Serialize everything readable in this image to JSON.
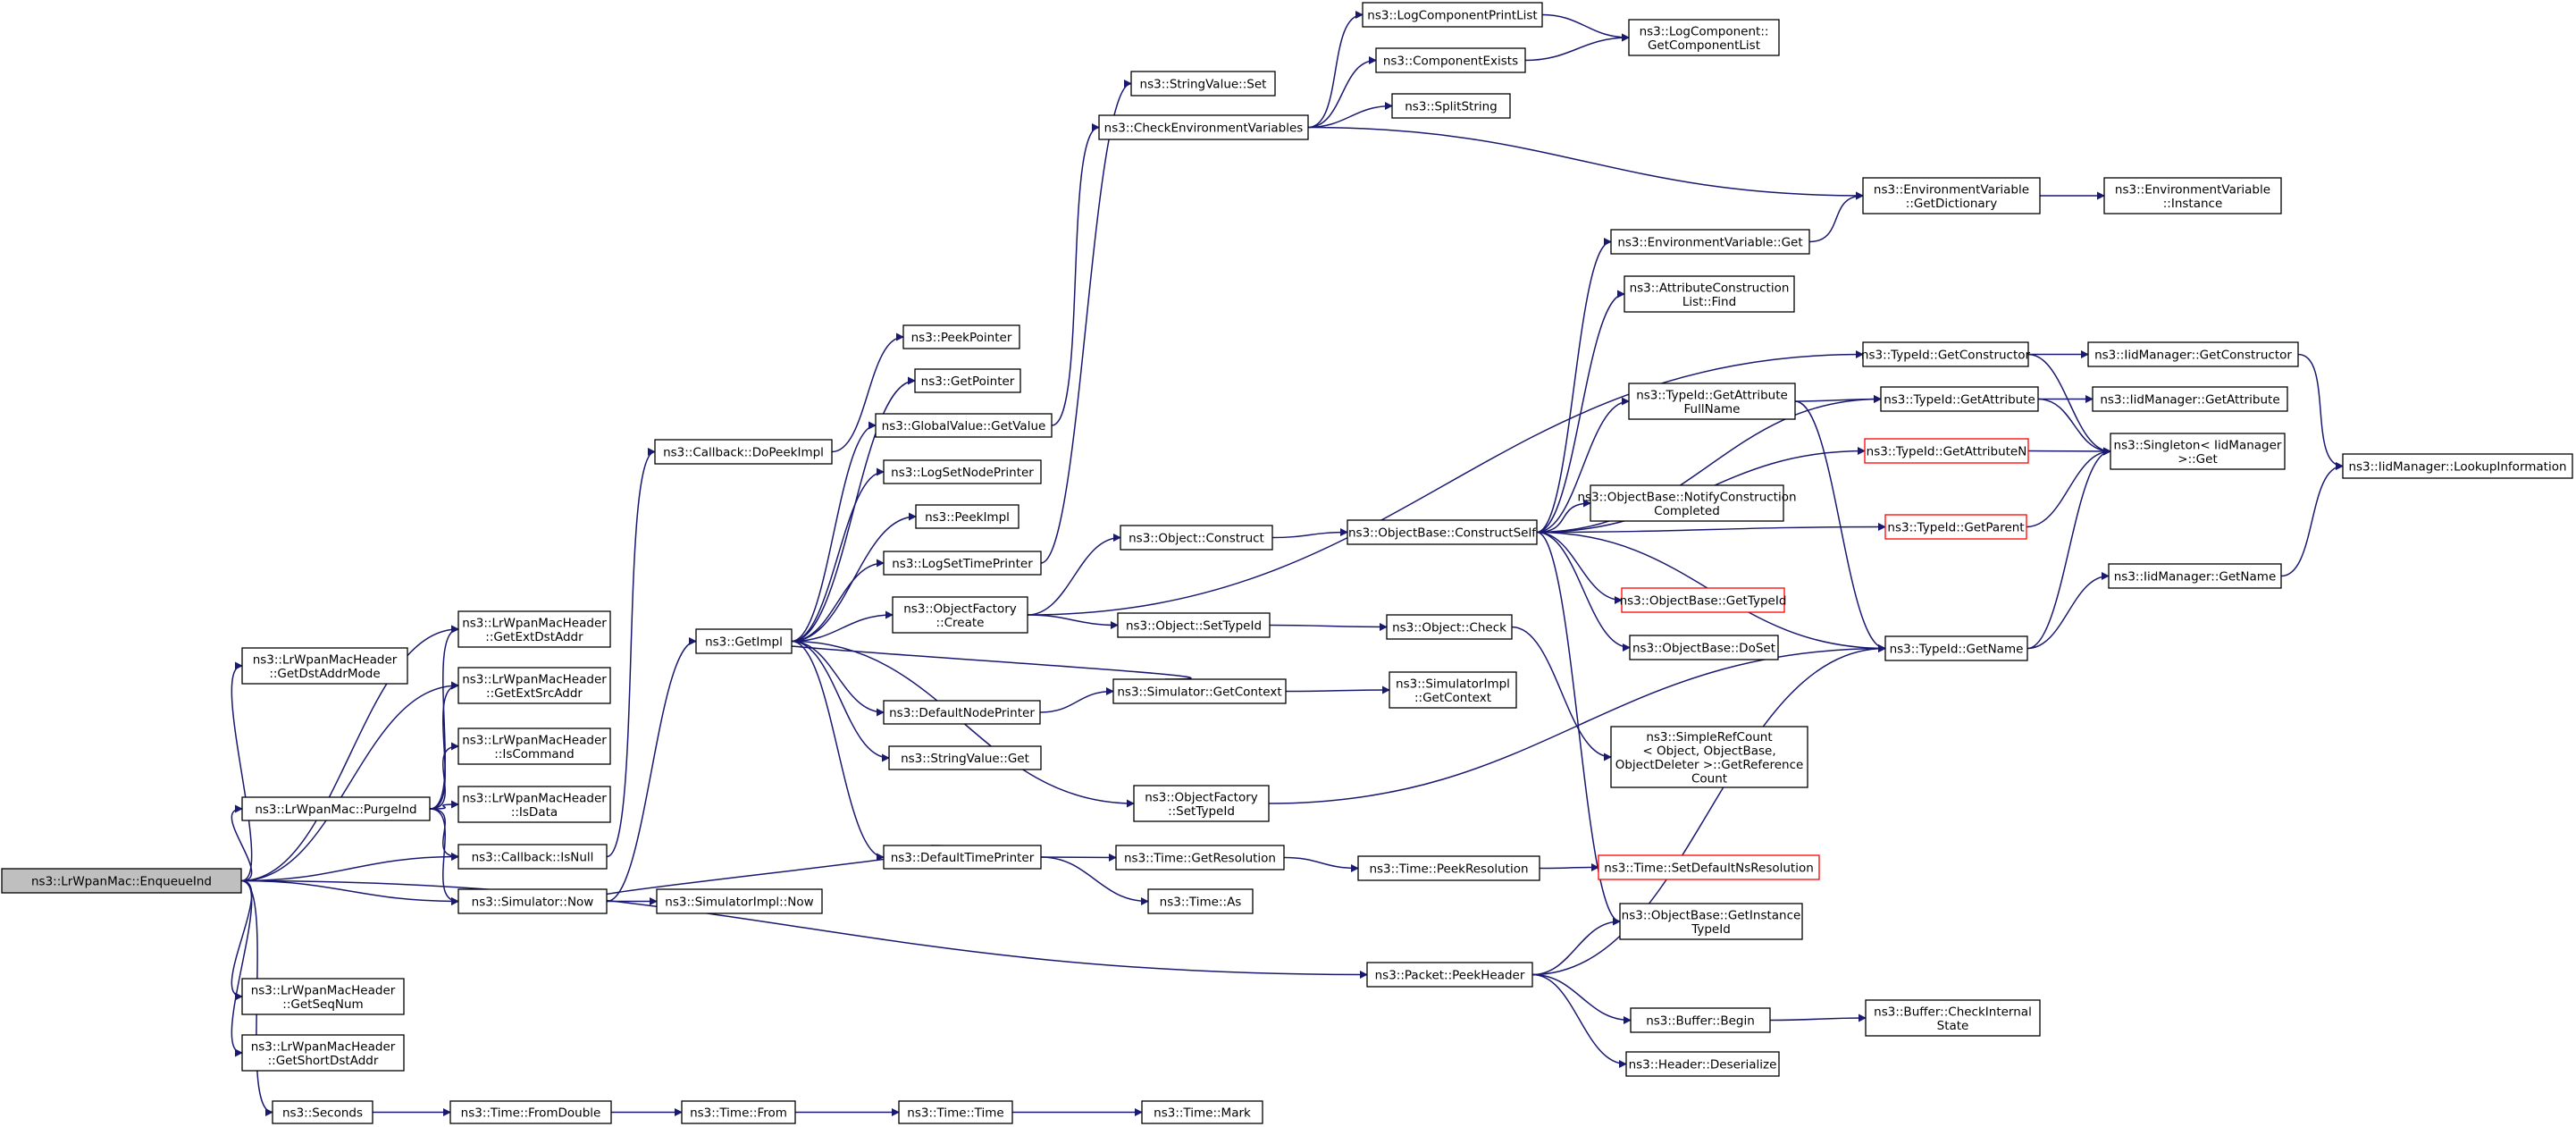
{
  "diagram": {
    "colors": {
      "edge": "#191970",
      "root_fill": "#bfbfbf",
      "truncated_border": "#ff0000"
    },
    "nodes": [
      {
        "id": "enq",
        "lines": [
          "ns3::LrWpanMac::EnqueueInd"
        ],
        "root": true
      },
      {
        "id": "getDstAddrMode",
        "lines": [
          "ns3::LrWpanMacHeader",
          "::GetDstAddrMode"
        ]
      },
      {
        "id": "getExtDstAddr",
        "lines": [
          "ns3::LrWpanMacHeader",
          "::GetExtDstAddr"
        ]
      },
      {
        "id": "getExtSrcAddr",
        "lines": [
          "ns3::LrWpanMacHeader",
          "::GetExtSrcAddr"
        ]
      },
      {
        "id": "isCommand",
        "lines": [
          "ns3::LrWpanMacHeader",
          "::IsCommand"
        ]
      },
      {
        "id": "isData",
        "lines": [
          "ns3::LrWpanMacHeader",
          "::IsData"
        ]
      },
      {
        "id": "purgeInd",
        "lines": [
          "ns3::LrWpanMac::PurgeInd"
        ]
      },
      {
        "id": "cbIsNull",
        "lines": [
          "ns3::Callback::IsNull"
        ]
      },
      {
        "id": "simNow",
        "lines": [
          "ns3::Simulator::Now"
        ]
      },
      {
        "id": "getSeqNum",
        "lines": [
          "ns3::LrWpanMacHeader",
          "::GetSeqNum"
        ]
      },
      {
        "id": "getShortDstAddr",
        "lines": [
          "ns3::LrWpanMacHeader",
          "::GetShortDstAddr"
        ]
      },
      {
        "id": "seconds",
        "lines": [
          "ns3::Seconds"
        ]
      },
      {
        "id": "fromDouble",
        "lines": [
          "ns3::Time::FromDouble"
        ]
      },
      {
        "id": "from",
        "lines": [
          "ns3::Time::From"
        ]
      },
      {
        "id": "timeTime",
        "lines": [
          "ns3::Time::Time"
        ]
      },
      {
        "id": "mark",
        "lines": [
          "ns3::Time::Mark"
        ]
      },
      {
        "id": "cbDoPeek",
        "lines": [
          "ns3::Callback::DoPeekImpl"
        ]
      },
      {
        "id": "getImpl",
        "lines": [
          "ns3::GetImpl"
        ]
      },
      {
        "id": "simImplNow",
        "lines": [
          "ns3::SimulatorImpl::Now"
        ]
      },
      {
        "id": "peekPointer",
        "lines": [
          "ns3::PeekPointer"
        ]
      },
      {
        "id": "getPointer",
        "lines": [
          "ns3::GetPointer"
        ]
      },
      {
        "id": "gvGetValue",
        "lines": [
          "ns3::GlobalValue::GetValue"
        ]
      },
      {
        "id": "logSetNode",
        "lines": [
          "ns3::LogSetNodePrinter"
        ]
      },
      {
        "id": "peekImpl",
        "lines": [
          "ns3::PeekImpl"
        ]
      },
      {
        "id": "logSetTime",
        "lines": [
          "ns3::LogSetTimePrinter"
        ]
      },
      {
        "id": "ofCreate",
        "lines": [
          "ns3::ObjectFactory",
          "::Create"
        ]
      },
      {
        "id": "defNodePr",
        "lines": [
          "ns3::DefaultNodePrinter"
        ]
      },
      {
        "id": "svGet",
        "lines": [
          "ns3::StringValue::Get"
        ]
      },
      {
        "id": "defTimePr",
        "lines": [
          "ns3::DefaultTimePrinter"
        ]
      },
      {
        "id": "svSet",
        "lines": [
          "ns3::StringValue::Set"
        ]
      },
      {
        "id": "checkEnv",
        "lines": [
          "ns3::CheckEnvironmentVariables"
        ]
      },
      {
        "id": "objConstruct",
        "lines": [
          "ns3::Object::Construct"
        ]
      },
      {
        "id": "objSetTypeId",
        "lines": [
          "ns3::Object::SetTypeId"
        ]
      },
      {
        "id": "simGetCtx",
        "lines": [
          "ns3::Simulator::GetContext"
        ]
      },
      {
        "id": "ofSetTypeId",
        "lines": [
          "ns3::ObjectFactory",
          "::SetTypeId"
        ]
      },
      {
        "id": "timeGetRes",
        "lines": [
          "ns3::Time::GetResolution"
        ]
      },
      {
        "id": "timeAs",
        "lines": [
          "ns3::Time::As"
        ]
      },
      {
        "id": "packetPeek",
        "lines": [
          "ns3::Packet::PeekHeader"
        ]
      },
      {
        "id": "logCompPrint",
        "lines": [
          "ns3::LogComponentPrintList"
        ]
      },
      {
        "id": "compExists",
        "lines": [
          "ns3::ComponentExists"
        ]
      },
      {
        "id": "splitString",
        "lines": [
          "ns3::SplitString"
        ]
      },
      {
        "id": "obConstructSelf",
        "lines": [
          "ns3::ObjectBase::ConstructSelf"
        ]
      },
      {
        "id": "objCheck",
        "lines": [
          "ns3::Object::Check"
        ]
      },
      {
        "id": "simImplGetCtx",
        "lines": [
          "ns3::SimulatorImpl",
          "::GetContext"
        ]
      },
      {
        "id": "timePeekRes",
        "lines": [
          "ns3::Time::PeekResolution"
        ]
      },
      {
        "id": "logCompGet",
        "lines": [
          "ns3::LogComponent::",
          "GetComponentList"
        ]
      },
      {
        "id": "envGet",
        "lines": [
          "ns3::EnvironmentVariable::Get"
        ]
      },
      {
        "id": "attrFind",
        "lines": [
          "ns3::AttributeConstruction",
          "List::Find"
        ]
      },
      {
        "id": "tidGetAttrFull",
        "lines": [
          "ns3::TypeId::GetAttribute",
          "FullName"
        ]
      },
      {
        "id": "obNotify",
        "lines": [
          "ns3::ObjectBase::NotifyConstruction",
          "Completed"
        ]
      },
      {
        "id": "obGetTypeId",
        "lines": [
          "ns3::ObjectBase::GetTypeId"
        ],
        "red": true
      },
      {
        "id": "obDoSet",
        "lines": [
          "ns3::ObjectBase::DoSet"
        ]
      },
      {
        "id": "simpleRef",
        "lines": [
          "ns3::SimpleRefCount",
          "< Object, ObjectBase,",
          "ObjectDeleter >::GetReference",
          "Count"
        ]
      },
      {
        "id": "timeSetDef",
        "lines": [
          "ns3::Time::SetDefaultNsResolution"
        ],
        "red": true
      },
      {
        "id": "obGetInst",
        "lines": [
          "ns3::ObjectBase::GetInstance",
          "TypeId"
        ]
      },
      {
        "id": "bufBegin",
        "lines": [
          "ns3::Buffer::Begin"
        ]
      },
      {
        "id": "hdrDeser",
        "lines": [
          "ns3::Header::Deserialize"
        ]
      },
      {
        "id": "envGetDict",
        "lines": [
          "ns3::EnvironmentVariable",
          "::GetDictionary"
        ]
      },
      {
        "id": "tidGetCtor",
        "lines": [
          "ns3::TypeId::GetConstructor"
        ]
      },
      {
        "id": "tidGetAttr",
        "lines": [
          "ns3::TypeId::GetAttribute"
        ]
      },
      {
        "id": "tidGetAttrN",
        "lines": [
          "ns3::TypeId::GetAttributeN"
        ],
        "red": true
      },
      {
        "id": "tidGetParent",
        "lines": [
          "ns3::TypeId::GetParent"
        ],
        "red": true
      },
      {
        "id": "tidGetName",
        "lines": [
          "ns3::TypeId::GetName"
        ]
      },
      {
        "id": "bufCheck",
        "lines": [
          "ns3::Buffer::CheckInternal",
          "State"
        ]
      },
      {
        "id": "envInstance",
        "lines": [
          "ns3::EnvironmentVariable",
          "::Instance"
        ]
      },
      {
        "id": "iidGetCtor",
        "lines": [
          "ns3::IidManager::GetConstructor"
        ]
      },
      {
        "id": "iidGetAttr",
        "lines": [
          "ns3::IidManager::GetAttribute"
        ]
      },
      {
        "id": "singletonGet",
        "lines": [
          "ns3::Singleton< IidManager",
          ">::Get"
        ]
      },
      {
        "id": "iidGetName",
        "lines": [
          "ns3::IidManager::GetName"
        ]
      },
      {
        "id": "iidLookup",
        "lines": [
          "ns3::IidManager::LookupInformation"
        ]
      }
    ]
  }
}
